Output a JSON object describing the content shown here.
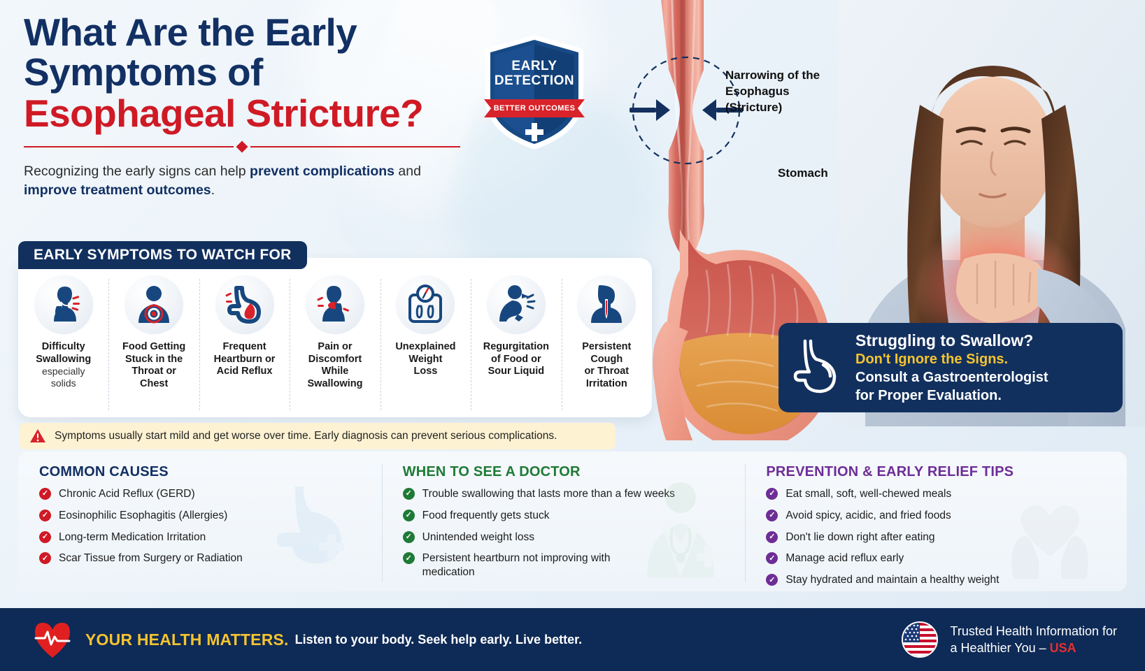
{
  "header": {
    "title_line1": "What Are the Early",
    "title_line2": "Symptoms of",
    "title_accent": "Esophageal Stricture?",
    "subtitle_part1": "Recognizing the early signs can help ",
    "subtitle_bold1": "prevent complications",
    "subtitle_part2": " and ",
    "subtitle_bold2": "improve treatment outcomes",
    "subtitle_part3": "."
  },
  "badge": {
    "line1": "EARLY",
    "line2": "DETECTION",
    "ribbon": "BETTER OUTCOMES",
    "icon": "medical-cross-icon",
    "colors": {
      "navy": "#12305e",
      "red": "#d8232a"
    }
  },
  "anatomy": {
    "label_narrowing": "Narrowing of the\nEsophagus\n(Stricture)",
    "label_narrowing_lines": [
      "Narrowing of the",
      "Esophagus",
      "(Stricture)"
    ],
    "label_stomach": "Stomach"
  },
  "symptoms": {
    "header": "EARLY SYMPTOMS TO WATCH FOR",
    "items": [
      {
        "icon": "person-throat-pain-icon",
        "label_lines": [
          "Difficulty",
          "Swallowing"
        ],
        "sub_lines": [
          "especially",
          "solids"
        ]
      },
      {
        "icon": "person-chest-target-icon",
        "label_lines": [
          "Food Getting",
          "Stuck in the",
          "Throat or",
          "Chest"
        ],
        "sub_lines": []
      },
      {
        "icon": "stomach-flame-icon",
        "label_lines": [
          "Frequent",
          "Heartburn or",
          "Acid Reflux"
        ],
        "sub_lines": []
      },
      {
        "icon": "person-neck-pain-icon",
        "label_lines": [
          "Pain or",
          "Discomfort",
          "While",
          "Swallowing"
        ],
        "sub_lines": []
      },
      {
        "icon": "weight-scale-icon",
        "label_lines": [
          "Unexplained",
          "Weight",
          "Loss"
        ],
        "sub_lines": []
      },
      {
        "icon": "person-coughing-icon",
        "label_lines": [
          "Regurgitation",
          "of Food or",
          "Sour Liquid"
        ],
        "sub_lines": []
      },
      {
        "icon": "person-throat-irritation-icon",
        "label_lines": [
          "Persistent Cough",
          "or Throat",
          "Irritation"
        ],
        "sub_lines": []
      }
    ]
  },
  "warning": {
    "icon": "warning-triangle-icon",
    "text": "Symptoms usually start mild and get worse over time. Early diagnosis can prevent serious complications."
  },
  "columns": [
    {
      "title": "COMMON CAUSES",
      "accent": "#123063",
      "tick_class": "r",
      "ghost_icon": "stomach-plus-ghost-icon",
      "items": [
        "Chronic Acid Reflux (GERD)",
        "Eosinophilic Esophagitis (Allergies)",
        "Long-term Medication Irritation",
        "Scar Tissue from Surgery or Radiation"
      ]
    },
    {
      "title": "WHEN TO SEE A DOCTOR",
      "accent": "#1e7a35",
      "tick_class": "g",
      "ghost_icon": "doctor-ghost-icon",
      "items": [
        "Trouble swallowing that lasts more than a few weeks",
        "Food frequently gets stuck",
        "Unintended weight loss",
        "Persistent heartburn not improving with medication"
      ]
    },
    {
      "title": "PREVENTION & EARLY RELIEF TIPS",
      "accent": "#6e2d96",
      "tick_class": "p",
      "ghost_icon": "heart-hands-ghost-icon",
      "items": [
        "Eat small, soft, well-chewed meals",
        "Avoid spicy, acidic, and fried foods",
        "Don't lie down right after eating",
        "Manage acid reflux early",
        "Stay hydrated and maintain a healthy weight"
      ]
    }
  ],
  "cta": {
    "icon": "stomach-outline-icon",
    "line1": "Struggling to Swallow?",
    "line2": "Don't Ignore the Signs.",
    "line3": "Consult a Gastroenterologist",
    "line4": "for Proper Evaluation."
  },
  "footer": {
    "heart_icon": "heartbeat-icon",
    "headline": "YOUR HEALTH MATTERS.",
    "tagline": "Listen to your body. Seek help early. Live better.",
    "flag_icon": "usa-flag-icon",
    "right_line1": "Trusted Health Information for",
    "right_line2_prefix": "a Healthier You – ",
    "right_line2_accent": "USA"
  }
}
